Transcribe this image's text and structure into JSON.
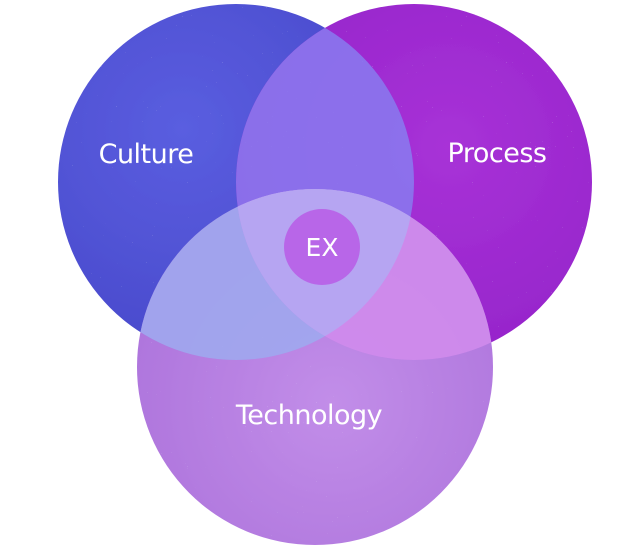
{
  "diagram": {
    "circles": [
      {
        "id": "culture",
        "label": "Culture",
        "color": "#4f4fd6"
      },
      {
        "id": "process",
        "label": "Process",
        "color": "#9a1fd0"
      },
      {
        "id": "technology",
        "label": "Technology",
        "color": "#b078e0"
      }
    ],
    "center": {
      "label": "EX",
      "color": "#b866e8"
    }
  }
}
